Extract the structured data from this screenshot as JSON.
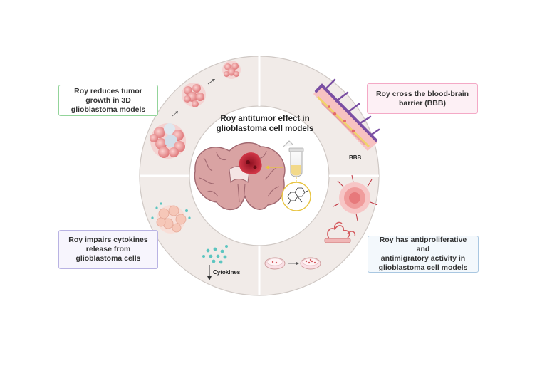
{
  "center": {
    "title": "Roy antitumor effect in\nglioblastoma cell models"
  },
  "boxes": {
    "top_left": "Roy reduces tumor\ngrowth in 3D\nglioblastoma models",
    "top_right": "Roy cross the blood-brain\nbarrier (BBB)",
    "bottom_left": "Roy impairs cytokines\nrelease from\nglioblastoma cells",
    "bottom_right": "Roy has antiproliferative and\nantimigratory activity in\nglioblastoma cell models"
  },
  "labels": {
    "bbb": "BBB",
    "cytokines": "Cytokines"
  },
  "colors": {
    "ring": "#f1ebe8",
    "ring_border": "#cfc8c4",
    "box_top_left_border": "#93d49a",
    "box_top_right_border": "#f4a9c6",
    "box_top_right_fill": "#fdf0f5",
    "box_bottom_left_border": "#b9b3e3",
    "box_bottom_left_fill": "#f7f5fd",
    "box_bottom_right_border": "#a9c7e1",
    "box_bottom_right_fill": "#f3f8fc",
    "brain": "#d9a3a3",
    "tumor": "#b5232f",
    "cells": "#ee8e8e",
    "vessel": "#7a4fa3",
    "cytokine": "#5cc5c0"
  },
  "icons": [
    "spheroid-cluster-icon",
    "blood-vessel-icon",
    "brain-tumor-icon",
    "tube-icon",
    "molecule-icon",
    "tumor-cell-icon",
    "petri-dish-icon",
    "capillary-icon",
    "cytokine-dots-icon",
    "cell-cluster-icon"
  ]
}
